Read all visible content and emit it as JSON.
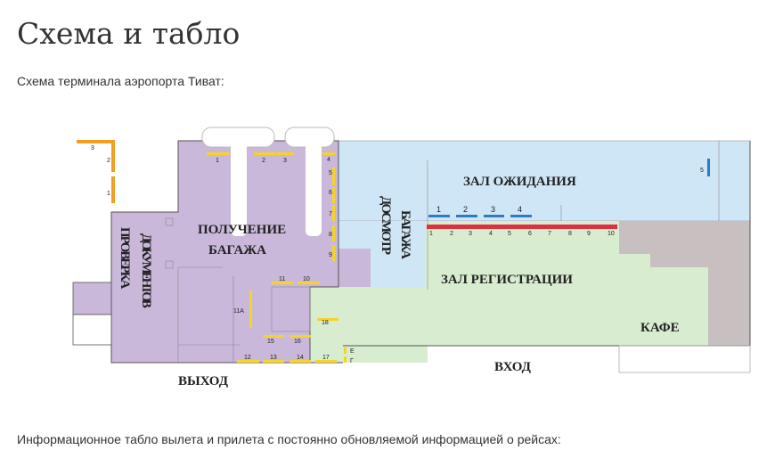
{
  "page": {
    "title": "Схема и табло",
    "subtitle": "Схема терминала аэропорта Тиват:",
    "footer_text": "Информационное табло вылета и прилета с постоянно обновляемой информацией о рейсах:"
  },
  "map": {
    "labels": {
      "baggage_claim_1": "ПОЛУЧЕНИЕ",
      "baggage_claim_2": "БАГАЖА",
      "passport_1": "ПРОВЕРКА",
      "passport_2": "ДОКУМЕНТОВ",
      "screening_1": "ДОСМОТР",
      "screening_2": "БАГАЖА",
      "waiting_hall": "ЗАЛ ОЖИДАНИЯ",
      "checkin_hall": "ЗАЛ РЕГИСТРАЦИИ",
      "cafe": "КАФЕ",
      "exit": "ВЫХОД",
      "entrance": "ВХОД"
    },
    "colors": {
      "purple": "#c9b8da",
      "blue": "#cfe6f7",
      "green": "#d8ecd0",
      "grey": "#c8c0c0",
      "yellow": "#f5d327",
      "orange": "#f0a020",
      "red": "#e03040",
      "counter_blue": "#2f7bc0"
    }
  }
}
